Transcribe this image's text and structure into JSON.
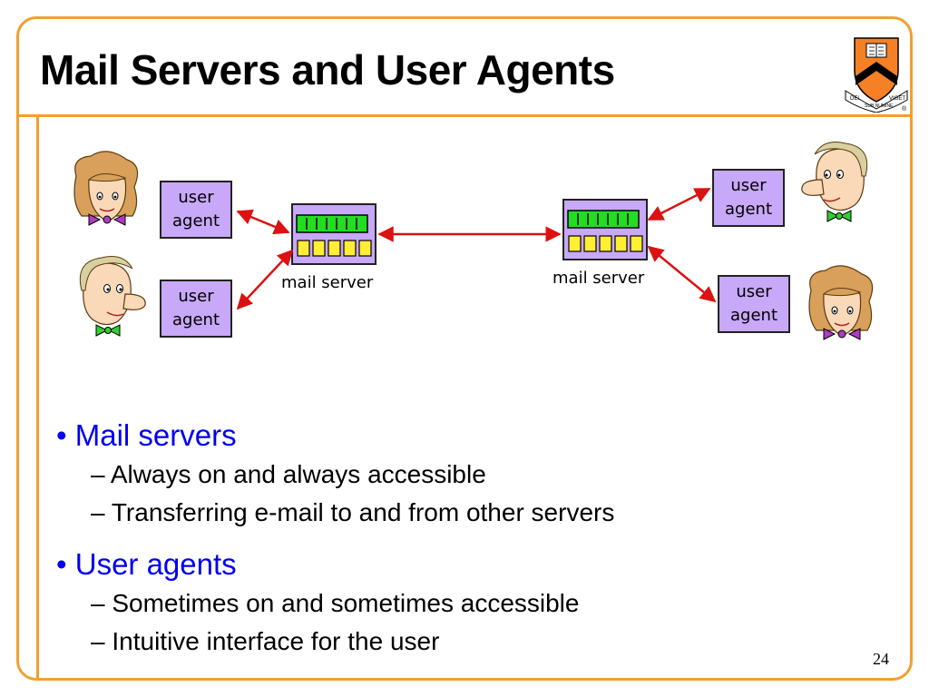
{
  "slide": {
    "title": "Mail Servers and User Agents",
    "page_number": "24"
  },
  "diagram": {
    "user_agent_line1": "user",
    "user_agent_line2": "agent",
    "mail_server_label": "mail server"
  },
  "bullets": [
    {
      "text": "Mail servers",
      "subitems": [
        "Always on and always accessible",
        "Transferring e-mail to and from other servers"
      ]
    },
    {
      "text": "User agents",
      "subitems": [
        "Sometimes on and sometimes accessible",
        "Intuitive interface for the user"
      ]
    }
  ],
  "logo": {
    "motto_left": "DEI",
    "motto_center": "SUB NUMINE",
    "motto_right": "VIGET",
    "registered": "®"
  },
  "colors": {
    "frame": "#f0a030",
    "user_agent_fill": "#c8a8f8",
    "mail_server_fill": "#c8a8f8",
    "queue_green": "#22dd22",
    "queue_yellow": "#ffee33",
    "arrow": "#dd1111",
    "bullet_level1": "#0000ee",
    "shield_orange": "#f58025"
  }
}
